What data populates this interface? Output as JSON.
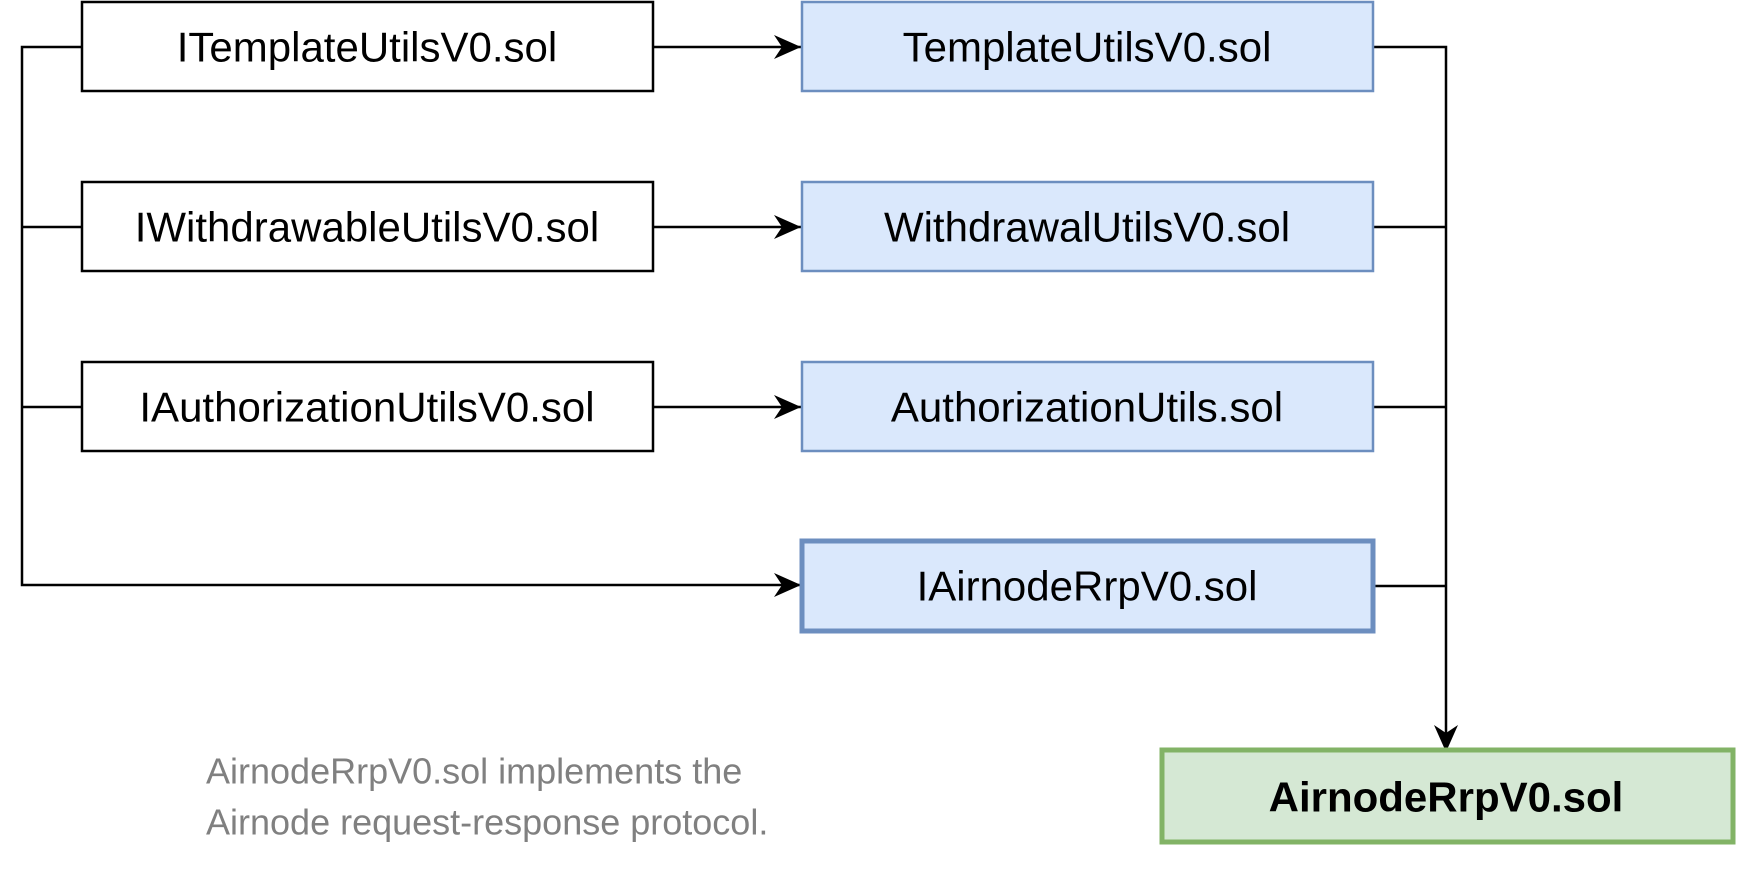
{
  "colors": {
    "line": "#000000",
    "interface_fill": "#ffffff",
    "interface_stroke": "#000000",
    "impl_fill": "#dae8fc",
    "impl_stroke": "#6c8ebf",
    "main_fill": "#d5e8d4",
    "main_stroke": "#82b366",
    "note_text": "#808080"
  },
  "nodes": {
    "itemplate": "ITemplateUtilsV0.sol",
    "iwithdrawable": "IWithdrawableUtilsV0.sol",
    "iauthorization": "IAuthorizationUtilsV0.sol",
    "template": "TemplateUtilsV0.sol",
    "withdrawal": "WithdrawalUtilsV0.sol",
    "authorization": "AuthorizationUtils.sol",
    "iairnode": "IAirnodeRrpV0.sol",
    "airnode": "AirnodeRrpV0.sol"
  },
  "note": {
    "line1": "AirnodeRrpV0.sol implements the",
    "line2": "Airnode request-response protocol."
  }
}
